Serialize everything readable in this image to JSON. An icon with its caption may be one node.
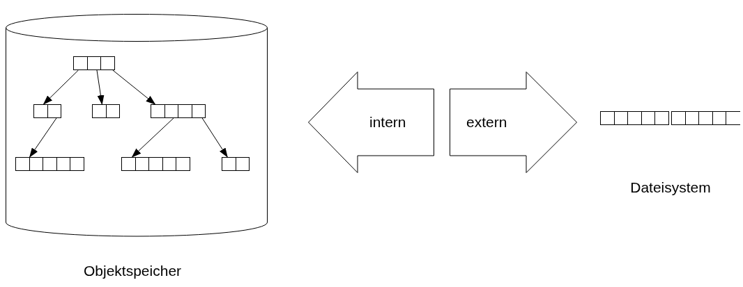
{
  "diagram": {
    "nodes": [
      {
        "text": [],
        "shape": "cylinder",
        "beside": [
          "Objektspeicher"
        ]
      },
      {
        "text": [],
        "shape": "bar",
        "in": 0
      },
      {
        "text": [],
        "shape": "bar",
        "in": 0
      },
      {
        "text": [],
        "shape": "bar",
        "in": 0
      },
      {
        "text": [],
        "shape": "bar",
        "in": 0
      },
      {
        "text": [],
        "shape": "bar",
        "in": 0
      },
      {
        "text": [],
        "shape": "bar",
        "in": 0
      },
      {
        "text": [],
        "shape": "bar",
        "in": 0
      },
      {
        "text": [
          "intern"
        ]
      },
      {
        "text": [
          "extern"
        ]
      },
      {
        "text": [],
        "shape": "bar",
        "beside": [
          "Dateisystem"
        ]
      }
    ],
    "edges": [
      {
        "from": 1,
        "to": 2,
        "arrow": "to"
      },
      {
        "from": 1,
        "to": 3,
        "arrow": "to"
      },
      {
        "from": 1,
        "to": 4,
        "arrow": "to"
      },
      {
        "from": 2,
        "to": 5,
        "arrow": "to"
      },
      {
        "from": 4,
        "to": 6,
        "arrow": "to"
      },
      {
        "from": 4,
        "to": 7,
        "arrow": "to"
      }
    ]
  }
}
